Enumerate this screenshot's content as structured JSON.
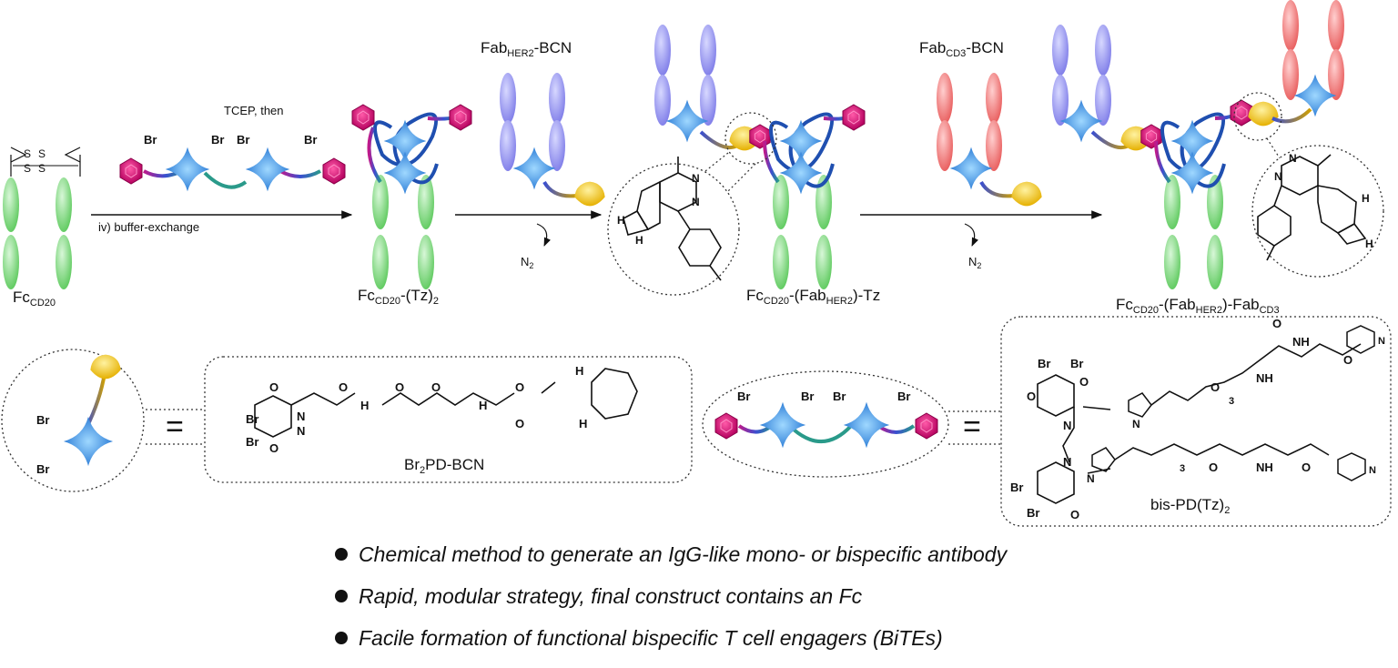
{
  "labels": {
    "fc_cd20": {
      "main": "Fc",
      "sub": "CD20"
    },
    "fc_tz2": {
      "main": "Fc",
      "sub": "CD20",
      "tail": "-(Tz)",
      "tail_sub": "2"
    },
    "fc_fab_tz": {
      "main": "Fc",
      "sub": "CD20",
      "mid": "-(Fab",
      "mid_sub": "HER2",
      "tail": ")-Tz"
    },
    "final": {
      "main": "Fc",
      "sub": "CD20",
      "mid": "-(Fab",
      "mid_sub": "HER2",
      "tail": ")-Fab",
      "tail_sub": "CD3"
    }
  },
  "reagents": {
    "step1_top": "TCEP, then",
    "step1_bottom": "iv) buffer-exchange",
    "fab_her2": {
      "main": "Fab",
      "sub": "HER2",
      "tail": "-BCN"
    },
    "fab_cd3": {
      "main": "Fab",
      "sub": "CD3",
      "tail": "-BCN"
    },
    "byproduct": "N",
    "byproduct_sub": "2"
  },
  "atoms": {
    "br": "Br",
    "s": "S",
    "n": "N",
    "o": "O",
    "h": "H",
    "nh": "NH",
    "three": "3"
  },
  "equals": "=",
  "legend": {
    "br2pd_bcn": {
      "main": "Br",
      "sub": "2",
      "tail": "PD-BCN"
    },
    "bis_pd_tz2": {
      "main": "bis-PD(Tz)",
      "sub": "2"
    }
  },
  "bullets": [
    "Chemical method to generate an IgG-like mono- or bispecific antibody",
    "Rapid, modular strategy, final construct contains an Fc",
    "Facile formation of functional bispecific T cell engagers (BiTEs)"
  ],
  "colors": {
    "fc_green": "#7ed97e",
    "her2_purple": "#8f8ef0",
    "cd3_red": "#ef6f6f",
    "star_blue": "#2e7fd6",
    "tetrazine_magenta": "#d01a7a",
    "bcn_yellow": "#f2c200",
    "linker_teal": "#2a9a8a",
    "ribbon_blue": "#1f4fb0"
  }
}
